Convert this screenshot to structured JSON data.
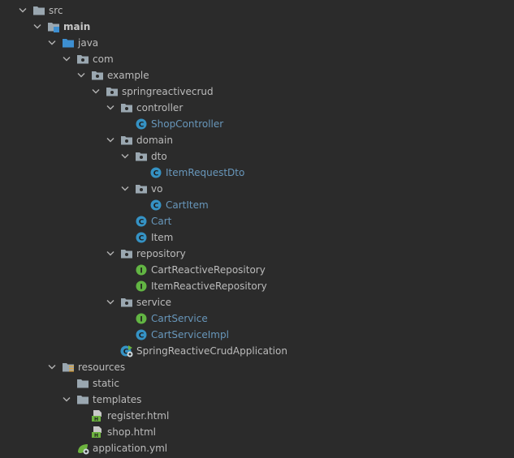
{
  "project_tree": {
    "items": [
      {
        "label": "src",
        "level": 0,
        "expanded": true,
        "icon": "folder-icon",
        "style": "normal"
      },
      {
        "label": "main",
        "level": 1,
        "expanded": true,
        "icon": "source-root-folder-icon",
        "style": "bold"
      },
      {
        "label": "java",
        "level": 2,
        "expanded": true,
        "icon": "blue-folder-icon",
        "style": "normal"
      },
      {
        "label": "com",
        "level": 3,
        "expanded": true,
        "icon": "package-icon",
        "style": "normal"
      },
      {
        "label": "example",
        "level": 4,
        "expanded": true,
        "icon": "package-icon",
        "style": "normal"
      },
      {
        "label": "springreactivecrud",
        "level": 5,
        "expanded": true,
        "icon": "package-icon",
        "style": "normal"
      },
      {
        "label": "controller",
        "level": 6,
        "expanded": true,
        "icon": "package-icon",
        "style": "normal"
      },
      {
        "label": "ShopController",
        "level": 7,
        "expanded": null,
        "icon": "class-icon",
        "style": "class"
      },
      {
        "label": "domain",
        "level": 6,
        "expanded": true,
        "icon": "package-icon",
        "style": "normal"
      },
      {
        "label": "dto",
        "level": 7,
        "expanded": true,
        "icon": "package-icon",
        "style": "normal"
      },
      {
        "label": "ItemRequestDto",
        "level": 8,
        "expanded": null,
        "icon": "class-icon",
        "style": "class"
      },
      {
        "label": "vo",
        "level": 7,
        "expanded": true,
        "icon": "package-icon",
        "style": "normal"
      },
      {
        "label": "CartItem",
        "level": 8,
        "expanded": null,
        "icon": "class-icon",
        "style": "class"
      },
      {
        "label": "Cart",
        "level": 7,
        "expanded": null,
        "icon": "class-icon",
        "style": "class"
      },
      {
        "label": "Item",
        "level": 7,
        "expanded": null,
        "icon": "class-icon",
        "style": "normal"
      },
      {
        "label": "repository",
        "level": 6,
        "expanded": true,
        "icon": "package-icon",
        "style": "normal"
      },
      {
        "label": "CartReactiveRepository",
        "level": 7,
        "expanded": null,
        "icon": "interface-icon",
        "style": "normal"
      },
      {
        "label": "ItemReactiveRepository",
        "level": 7,
        "expanded": null,
        "icon": "interface-icon",
        "style": "normal"
      },
      {
        "label": "service",
        "level": 6,
        "expanded": true,
        "icon": "package-icon",
        "style": "normal"
      },
      {
        "label": "CartService",
        "level": 7,
        "expanded": null,
        "icon": "interface-icon",
        "style": "class"
      },
      {
        "label": "CartServiceImpl",
        "level": 7,
        "expanded": null,
        "icon": "class-icon",
        "style": "class"
      },
      {
        "label": "SpringReactiveCrudApplication",
        "level": 6,
        "expanded": null,
        "icon": "spring-boot-app-icon",
        "style": "normal"
      },
      {
        "label": "resources",
        "level": 2,
        "expanded": true,
        "icon": "resources-folder-icon",
        "style": "normal"
      },
      {
        "label": "static",
        "level": 3,
        "expanded": null,
        "icon": "folder-icon",
        "style": "normal"
      },
      {
        "label": "templates",
        "level": 3,
        "expanded": true,
        "icon": "folder-icon",
        "style": "normal"
      },
      {
        "label": "register.html",
        "level": 4,
        "expanded": null,
        "icon": "html-file-icon",
        "style": "normal"
      },
      {
        "label": "shop.html",
        "level": 4,
        "expanded": null,
        "icon": "html-file-icon",
        "style": "normal"
      },
      {
        "label": "application.yml",
        "level": 3,
        "expanded": null,
        "icon": "spring-config-icon",
        "style": "normal"
      }
    ]
  },
  "colors": {
    "background": "#2b2b2b",
    "text": "#bbbbbb",
    "class_text": "#6897bb",
    "folder": "#9aa7b0",
    "blue_folder": "#3d8fd1",
    "class_icon": "#3592c4",
    "interface_icon": "#62b543",
    "spring_green": "#6db33f"
  }
}
